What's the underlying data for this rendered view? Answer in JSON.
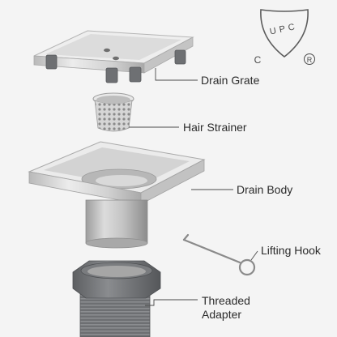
{
  "labels": {
    "drain_grate": "Drain Grate",
    "hair_strainer": "Hair Strainer",
    "drain_body": "Drain Body",
    "lifting_hook": "Lifting Hook",
    "threaded_adapter": "Threaded Adapter"
  },
  "certification": {
    "letters": "UPC",
    "left_mark": "C",
    "right_mark": "R"
  },
  "colors": {
    "background": "#f4f4f4",
    "steel_light": "#e6e6e6",
    "steel_mid": "#c9c9c9",
    "steel_dark": "#8f8f8f",
    "rubber": "#6f7174",
    "text": "#2b2b2b"
  }
}
